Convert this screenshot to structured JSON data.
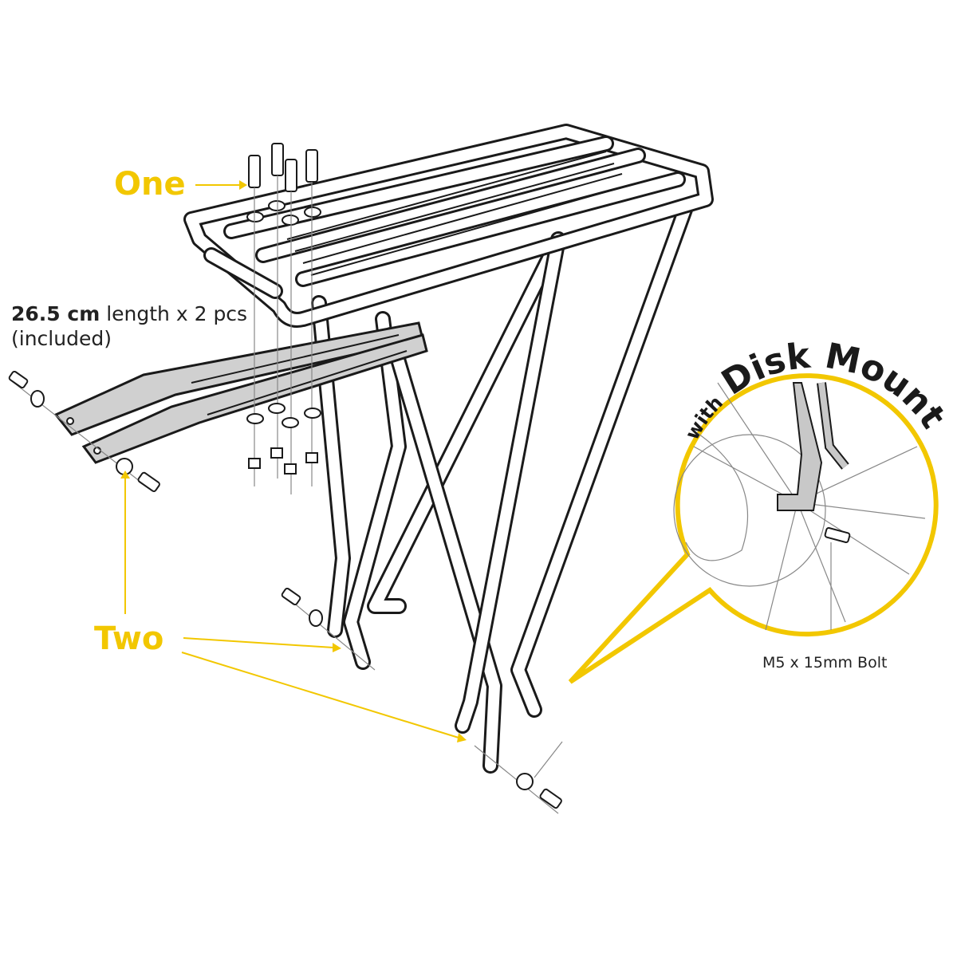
{
  "labels": {
    "step_one": "One",
    "step_two": "Two",
    "strut_length": "26.5 cm",
    "strut_desc": " length x 2 pcs",
    "strut_included": "(included)",
    "callout_prefix": "with",
    "callout_title": "Disk Mounts",
    "bolt_spec": "M5 x 15mm Bolt"
  },
  "colors": {
    "accent": "#f2c700",
    "line": "#1a1a1a",
    "part_fill": "#c8c8c8"
  }
}
